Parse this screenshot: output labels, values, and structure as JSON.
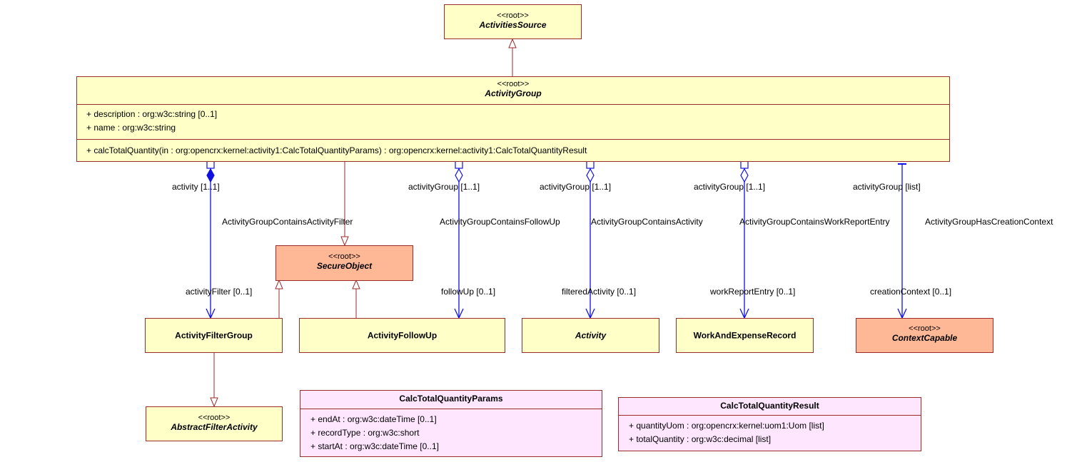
{
  "classes": {
    "activities_source": {
      "stereotype": "<<root>>",
      "name": "ActivitiesSource"
    },
    "activity_group": {
      "stereotype": "<<root>>",
      "name": "ActivityGroup",
      "attributes": [
        "+ description : org:w3c:string [0..1]",
        "+ name : org:w3c:string"
      ],
      "operations": [
        "+ calcTotalQuantity(in : org:opencrx:kernel:activity1:CalcTotalQuantityParams) : org:opencrx:kernel:activity1:CalcTotalQuantityResult"
      ]
    },
    "secure_object": {
      "stereotype": "<<root>>",
      "name": "SecureObject"
    },
    "activity_filter_group": {
      "name": "ActivityFilterGroup"
    },
    "activity_follow_up": {
      "name": "ActivityFollowUp"
    },
    "activity": {
      "name": "Activity"
    },
    "work_and_expense_record": {
      "name": "WorkAndExpenseRecord"
    },
    "context_capable": {
      "stereotype": "<<root>>",
      "name": "ContextCapable"
    },
    "abstract_filter_activity": {
      "stereotype": "<<root>>",
      "name": "AbstractFilterActivity"
    },
    "calc_total_quantity_params": {
      "name": "CalcTotalQuantityParams",
      "attributes": [
        "+ endAt : org:w3c:dateTime [0..1]",
        "+ recordType : org:w3c:short",
        "+ startAt : org:w3c:dateTime [0..1]"
      ]
    },
    "calc_total_quantity_result": {
      "name": "CalcTotalQuantityResult",
      "attributes": [
        "+ quantityUom : org:opencrx:kernel:uom1:Uom [list]",
        "+ totalQuantity : org:w3c:decimal [list]"
      ]
    }
  },
  "associations": {
    "filter": {
      "source_role": "activity [1..1]",
      "name": "ActivityGroupContainsActivityFilter",
      "target_role": "activityFilter [0..1]"
    },
    "follow_up": {
      "source_role": "activityGroup [1..1]",
      "name": "ActivityGroupContainsFollowUp",
      "target_role": "followUp [0..1]"
    },
    "activity": {
      "source_role": "activityGroup [1..1]",
      "name": "ActivityGroupContainsActivity",
      "target_role": "filteredActivity [0..1]"
    },
    "work_report": {
      "source_role": "activityGroup [1..1]",
      "name": "ActivityGroupContainsWorkReportEntry",
      "target_role": "workReportEntry [0..1]"
    },
    "creation_context": {
      "source_role": "activityGroup [list]",
      "name": "ActivityGroupHasCreationContext",
      "target_role": "creationContext [0..1]"
    }
  },
  "colors": {
    "class_fill": "#ffffc8",
    "root_interface_fill": "#ffb896",
    "struct_fill": "#ffe6ff",
    "border": "#9b2c2c",
    "association": "#1010e0"
  }
}
